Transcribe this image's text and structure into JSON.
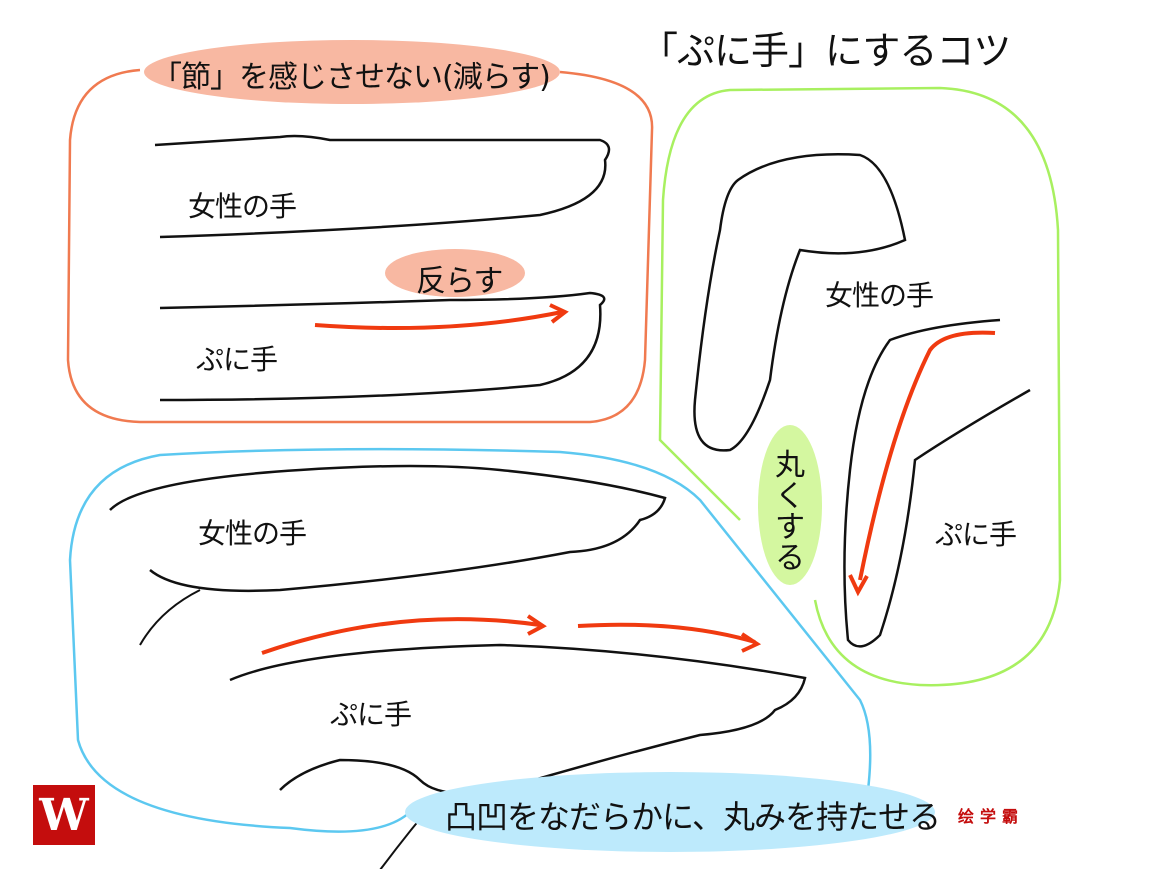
{
  "title": "「ぷに手」にするコツ",
  "panels": {
    "top_left": {
      "heading": "「節」を感じさせない(減らす)",
      "label_female": "女性の手",
      "label_puni": "ぷに手",
      "badge": "反らす",
      "border_color": "#f07a50",
      "badge_color": "#f8b8a2"
    },
    "right": {
      "label_female": "女性の手",
      "label_puni": "ぷに手",
      "badge": "丸くする",
      "border_color": "#a8f060",
      "badge_color": "#d4f7a0"
    },
    "bottom": {
      "label_female": "女性の手",
      "label_puni": "ぷに手",
      "caption": "凸凹をなだらかに、丸みを持たせる",
      "border_color": "#5cc8f0",
      "caption_color": "#bdeafc"
    }
  },
  "arrow_color": "#f03a10",
  "watermark": {
    "logo_letter": "W",
    "brand": "绘学霸"
  }
}
